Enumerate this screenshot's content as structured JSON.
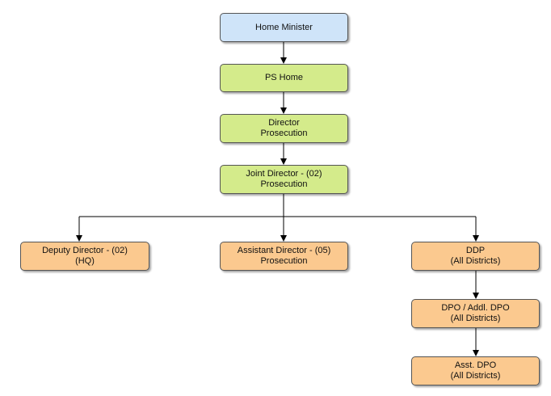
{
  "colors": {
    "blue": "#cfe4f9",
    "green": "#d4eb8b",
    "orange": "#fbc98f",
    "line": "#000000"
  },
  "nodes": {
    "home_minister": {
      "line1": "Home Minister",
      "line2": ""
    },
    "ps_home": {
      "line1": "PS Home",
      "line2": ""
    },
    "director": {
      "line1": "Director",
      "line2": "Prosecution"
    },
    "joint_director": {
      "line1": "Joint Director - (02)",
      "line2": "Prosecution"
    },
    "deputy_director": {
      "line1": "Deputy Director - (02)",
      "line2": "(HQ)"
    },
    "assistant_director": {
      "line1": "Assistant Director - (05)",
      "line2": "Prosecution"
    },
    "ddp": {
      "line1": "DDP",
      "line2": "(All Districts)"
    },
    "dpo": {
      "line1": "DPO / Addl. DPO",
      "line2": "(All Districts)"
    },
    "asst_dpo": {
      "line1": "Asst. DPO",
      "line2": "(All Districts)"
    }
  }
}
